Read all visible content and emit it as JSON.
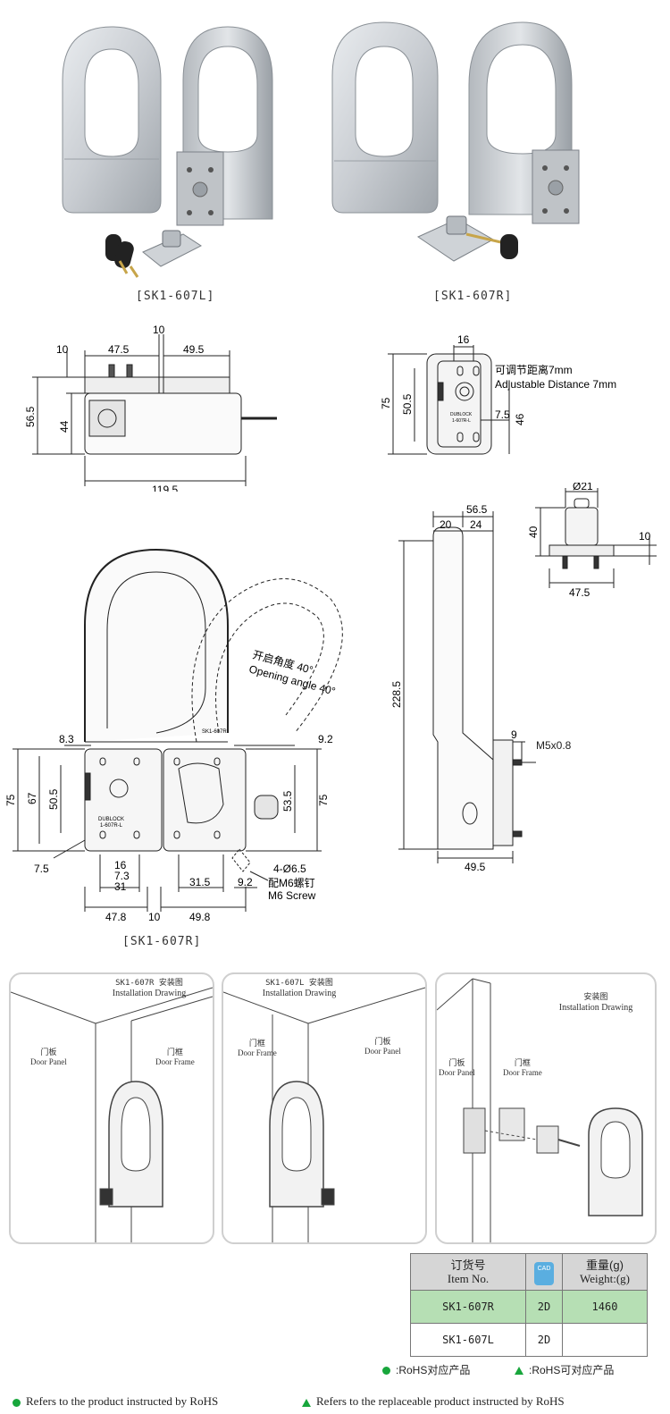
{
  "photos": {
    "left_label": "[SK1-607L]",
    "right_label": "[SK1-607R]"
  },
  "front_view": {
    "dim_10": "10",
    "dim_47_5": "47.5",
    "dim_10_top": "10",
    "dim_49_5": "49.5",
    "dim_56_5": "56.5",
    "dim_44": "44",
    "dim_119_5": "119.5"
  },
  "side_view": {
    "dim_16": "16",
    "adjust_cn": "可调节距离7mm",
    "adjust_en": "Adjustable Distance  7mm",
    "dim_75": "75",
    "dim_50_5": "50.5",
    "dim_7_5": "7.5",
    "dim_46": "46",
    "plate_cn": "DUBLOCK",
    "plate_model": "1-607R-L"
  },
  "main_view": {
    "angle_cn": "开启角度 40°",
    "angle_en": "Opening angle 40°",
    "dim_8_3": "8.3",
    "dim_9_2_top": "9.2",
    "dim_75_left": "75",
    "dim_67": "67",
    "dim_50_5": "50.5",
    "dim_53_5": "53.5",
    "dim_75_right": "75",
    "dim_7_5": "7.5",
    "dim_16": "16",
    "dim_7_3": "7.3",
    "dim_31": "31",
    "dim_31_5": "31.5",
    "dim_9_2": "9.2",
    "holes": "4-Ø6.5",
    "screw_cn": "配M6螺钉",
    "screw_en": "M6 Screw",
    "dim_47_8": "47.8",
    "dim_10": "10",
    "dim_49_8": "49.8",
    "plate_text": "DUBLOCK",
    "plate_model": "1-607R-L",
    "handle_text": "SK1-607R"
  },
  "profile_view": {
    "dim_56_5": "56.5",
    "dim_20": "20",
    "dim_24": "24",
    "dim_228_5": "228.5",
    "dim_9": "9",
    "thread": "M5x0.8",
    "dim_49_5": "49.5"
  },
  "keeper_view": {
    "dia": "Ø21",
    "dim_40": "40",
    "dim_10": "10",
    "dim_47_5": "47.5"
  },
  "drawing_label": "[SK1-607R]",
  "installation": [
    {
      "title_model": "SK1-607R  安装图",
      "title_en": "Installation Drawing",
      "left_cn": "门板",
      "left_en": "Door Panel",
      "right_cn": "门框",
      "right_en": "Door Frame"
    },
    {
      "title_model": "SK1-607L  安装图",
      "title_en": "Installation Drawing",
      "left_cn": "门框",
      "left_en": "Door Frame",
      "right_cn": "门板",
      "right_en": "Door Panel"
    },
    {
      "title_model": "安装图",
      "title_en": "Installation Drawing",
      "left_cn": "门板",
      "left_en": "Door Panel",
      "right_cn": "门框",
      "right_en": "Door Frame"
    }
  ],
  "table": {
    "h_item_cn": "订货号",
    "h_item_en": "Item No.",
    "h_cad": "CAD",
    "h_weight_cn": "重量(g)",
    "h_weight_en": "Weight:(g)",
    "rows": [
      {
        "item": "SK1-607R",
        "cad": "2D",
        "weight": "1460"
      },
      {
        "item": "SK1-607L",
        "cad": "2D",
        "weight": ""
      }
    ]
  },
  "legend": {
    "rohs_cn": ":RoHS对应产品",
    "rohs_replace_cn": ":RoHS可对应产品",
    "rohs_en": "Refers to the product instructed by RoHS",
    "rohs_replace_en": "Refers to the replaceable product instructed by RoHS",
    "green": "#18a63c",
    "highlight": "#b6dfb4"
  }
}
